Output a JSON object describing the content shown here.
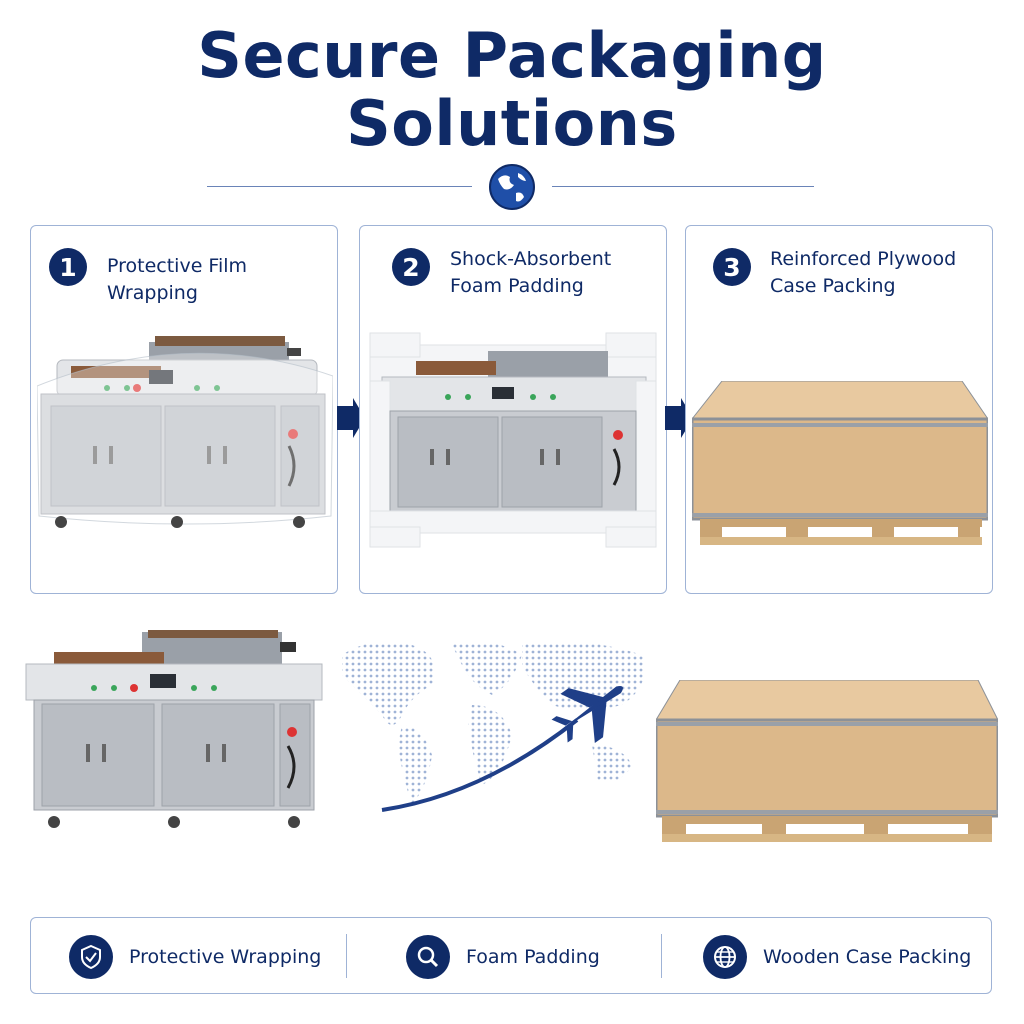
{
  "header": {
    "title_line1": "Secure Packaging",
    "title_line2": "Solutions"
  },
  "steps": [
    {
      "number": "1",
      "label_line1": "Protective Film Wrapping",
      "label_line2": ""
    },
    {
      "number": "2",
      "label_line1": "Shock-Absorbent",
      "label_line2": "Foam Padding"
    },
    {
      "number": "3",
      "label_line1": "Reinforced Plywood",
      "label_line2": "Case Packing"
    }
  ],
  "features": [
    {
      "label": "Protective Wrapping",
      "icon": "shield-check-icon"
    },
    {
      "label": "Foam Padding",
      "icon": "magnifier-icon"
    },
    {
      "label": "Wooden Case Packing",
      "icon": "globe-icon"
    }
  ],
  "colors": {
    "navy": "#0f2a66",
    "border": "#9fb3d6",
    "machine": "#c9ccd1",
    "wood": "#dcb88a",
    "foam": "#f4f5f7"
  }
}
